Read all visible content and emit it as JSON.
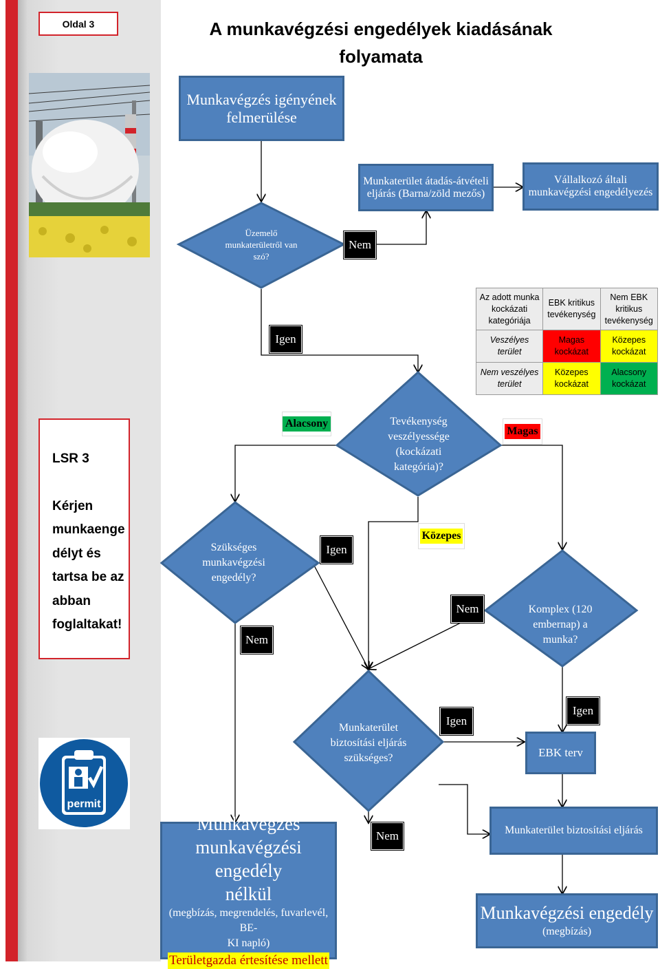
{
  "page": {
    "label": "Oldal 3"
  },
  "title": {
    "line1": "A munkavégzési engedélyek kiadásának",
    "line2": "folyamata"
  },
  "sidebar": {
    "lsr_title": "LSR 3",
    "lsr_text": [
      "Kérjen",
      "munkaenge",
      "délyt és",
      "tartsa be az",
      "abban",
      "foglaltakat!"
    ],
    "permit_icon_label": "permit"
  },
  "colors": {
    "box_blue": "#4f81bd",
    "border_blue": "#3a6594",
    "red": "#ff0000",
    "yellow": "#ffff00",
    "green": "#00b050",
    "accent_red": "#d2232a"
  },
  "flow": {
    "start": "Munkavégzés igényének\nfelmerülése",
    "handover": "Munkaterület átadás-átvételi\neljárás (Barna/zöld mezős)",
    "contractor": "Vállalkozó általi\nmunkavégzési engedélyezés",
    "q_operator": "Üzemelő\nmunkaterületről van\nszó?",
    "q_risk": "Tevékenység\nveszélyessége\n(kockázati\nkategória)?",
    "q_permit_needed": "Szükséges\nmunkavégzési\nengedély?",
    "q_complex": "Komplex (120\nembernap) a\nmunka?",
    "q_safety": "Munkaterület\nbiztosítási eljárás\nszükséges?",
    "ebk_plan": "EBK terv",
    "safety_proc": "Munkaterület biztosítási eljárás",
    "no_permit": {
      "line1": "Munkavégzés",
      "line2": "munkavégzési engedély",
      "line3": "nélkül",
      "line4": "(megbízás, megrendelés, fuvarlevél, BE-",
      "line5": "KI napló)",
      "note": "Területgazda értesítése mellett"
    },
    "permit": {
      "line1": "Munkavégzési engedély",
      "line2": "(megbízás)"
    },
    "labels": {
      "nem1": "Nem",
      "igen1": "Igen",
      "alacsony": "Alacsony",
      "magas": "Magas",
      "kozepes": "Közepes",
      "igen2": "Igen",
      "nem2": "Nem",
      "nem3": "Nem",
      "igen3": "Igen",
      "igen4": "Igen",
      "nem4": "Nem"
    }
  },
  "risk_table": {
    "headers": [
      "Az adott munka\nkockázati\nkategóriája",
      "EBK kritikus\ntevékenység",
      "Nem EBK\nkritikus\ntevékenység"
    ],
    "rows": [
      {
        "label": "Veszélyes\nterület",
        "cells": [
          {
            "text": "Magas\nkockázat",
            "color": "#ff0000"
          },
          {
            "text": "Közepes\nkockázat",
            "color": "#ffff00"
          }
        ]
      },
      {
        "label": "Nem veszélyes\nterület",
        "cells": [
          {
            "text": "Közepes\nkockázat",
            "color": "#ffff00"
          },
          {
            "text": "Alacsony\nkockázat",
            "color": "#00b050"
          }
        ]
      }
    ]
  }
}
